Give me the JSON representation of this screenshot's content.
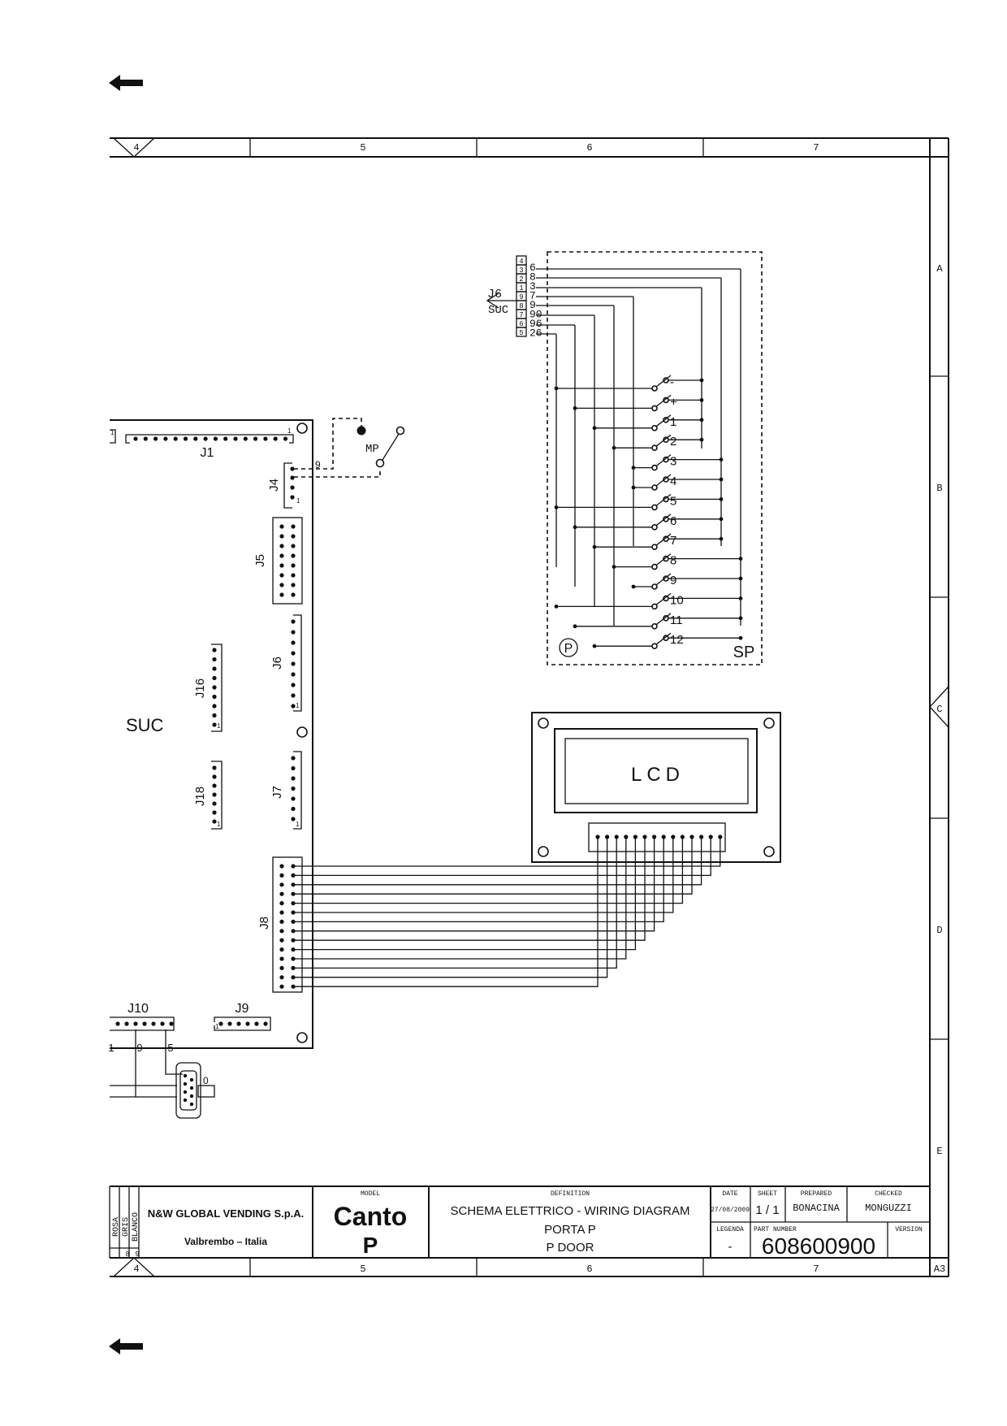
{
  "frame": {
    "columns": [
      "4",
      "5",
      "6",
      "7"
    ],
    "rows": [
      "A",
      "B",
      "C",
      "D",
      "E"
    ],
    "sheet_size": "A3"
  },
  "board": {
    "name": "SUC",
    "connectors": {
      "j1": "J1",
      "j4": "J4",
      "j5": "J5",
      "j6": "J6",
      "j7": "J7",
      "j8": "J8",
      "j9": "J9",
      "j10": "J10",
      "j16": "J16",
      "j18": "J18"
    },
    "pin_one": "1",
    "j4_pin9": "9",
    "j10_pins": [
      "1",
      "9",
      "5"
    ],
    "dsub_pin": "0"
  },
  "microswitch": {
    "label": "MP"
  },
  "j6_ref": {
    "connector": "J6",
    "board": "SUC",
    "pins": [
      "4",
      "3",
      "2",
      "1",
      "9",
      "8",
      "7",
      "6",
      "5"
    ],
    "wires": [
      "6",
      "8",
      "3",
      "7",
      "9",
      "90",
      "96",
      "26"
    ]
  },
  "keypad": {
    "label": "SP",
    "symbol": "P",
    "keys": [
      "-",
      "+",
      "1",
      "2",
      "3",
      "4",
      "5",
      "6",
      "7",
      "8",
      "9",
      "10",
      "11",
      "12"
    ]
  },
  "lcd": {
    "label": "LCD"
  },
  "legend": {
    "colors": [
      "ROSA",
      "GRIS",
      "BLANCO"
    ],
    "numbers": [
      "8",
      "9"
    ]
  },
  "title_block": {
    "company": "N&W GLOBAL VENDING S.p.A.",
    "location": "Valbrembo – Italia",
    "model_label": "MODEL",
    "model": "Canto",
    "model_sub": "P",
    "definition_label": "DEFINITION",
    "definition_1": "SCHEMA ELETTRICO - WIRING DIAGRAM",
    "definition_2": "PORTA P",
    "definition_3": "P DOOR",
    "date_label": "DATE",
    "date": "27/08/2009",
    "sheet_label": "SHEET",
    "sheet": "1 / 1",
    "prepared_label": "PREPARED",
    "prepared": "BONACINA",
    "checked_label": "CHECKED",
    "checked": "MONGUZZI",
    "legenda_label": "LEGENDA",
    "legenda": "-",
    "part_label": "PART NUMBER",
    "part_number": "608600900",
    "version_label": "VERSION"
  }
}
